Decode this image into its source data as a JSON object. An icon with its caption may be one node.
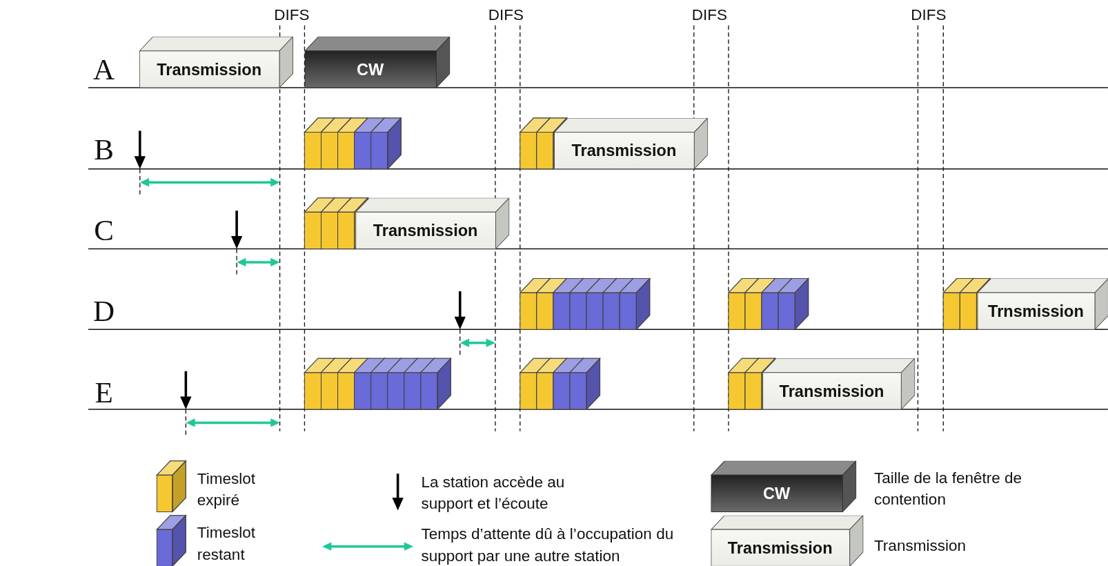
{
  "diagram": {
    "nodes": [
      {
        "text": [
          "Transmission"
        ]
      },
      {
        "text": [
          "CW"
        ]
      },
      {
        "text": [
          "Transmission"
        ]
      },
      {
        "text": [
          "Transmission"
        ]
      },
      {
        "text": [
          "Trnsmission"
        ]
      },
      {
        "text": [
          "Transmission"
        ]
      },
      {
        "text": [
          "CW"
        ]
      },
      {
        "text": [
          "Transmission"
        ]
      }
    ],
    "labels": [
      "DIFS",
      "DIFS",
      "DIFS",
      "DIFS",
      "A",
      "B",
      "C",
      "D",
      "E"
    ],
    "legend": [
      {
        "text": "Timeslot expiré",
        "color": "#f5c832"
      },
      {
        "text": "Timeslot restant",
        "color": "#6a6ad8"
      },
      {
        "text": "La station accède au support et l’écoute"
      },
      {
        "text": "Temps d’attente dû à l’occupation du support par une autre station"
      },
      {
        "text": "Taille de la fenêtre de contention"
      },
      {
        "text": "Transmission"
      }
    ]
  }
}
